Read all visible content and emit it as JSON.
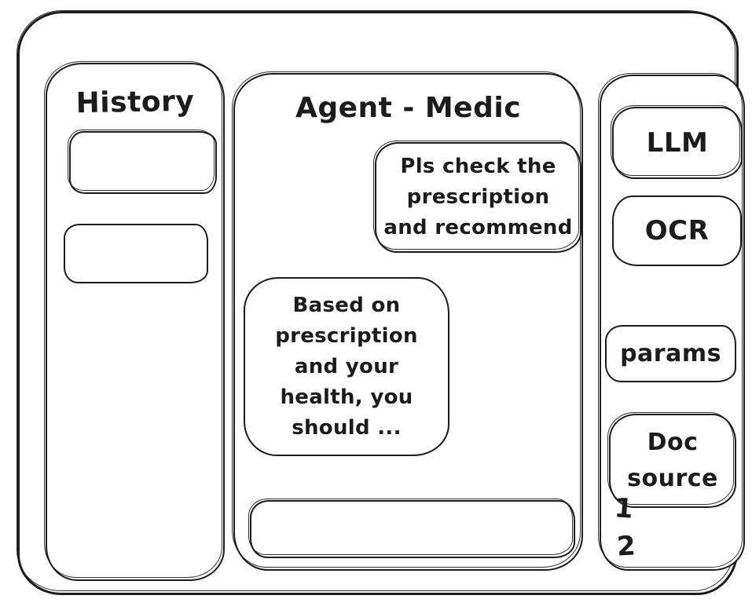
{
  "colors": {
    "ink": "#1c1c1c",
    "background": "#ffffff"
  },
  "history_panel": {
    "title": "History"
  },
  "chat_panel": {
    "title": "Agent - Medic",
    "messages": [
      {
        "role": "user",
        "text": "Pls check the\nprescription\nand recommend"
      },
      {
        "role": "assistant",
        "text": "Based on\nprescription\nand your\nhealth, you\nshould ..."
      }
    ],
    "input": {
      "value": "",
      "placeholder": ""
    }
  },
  "tools_panel": {
    "buttons": [
      {
        "label": "LLM"
      },
      {
        "label": "OCR"
      },
      {
        "label": "params"
      },
      {
        "label": "Doc\nsource"
      }
    ],
    "list_numbers": [
      "1",
      "2"
    ]
  }
}
